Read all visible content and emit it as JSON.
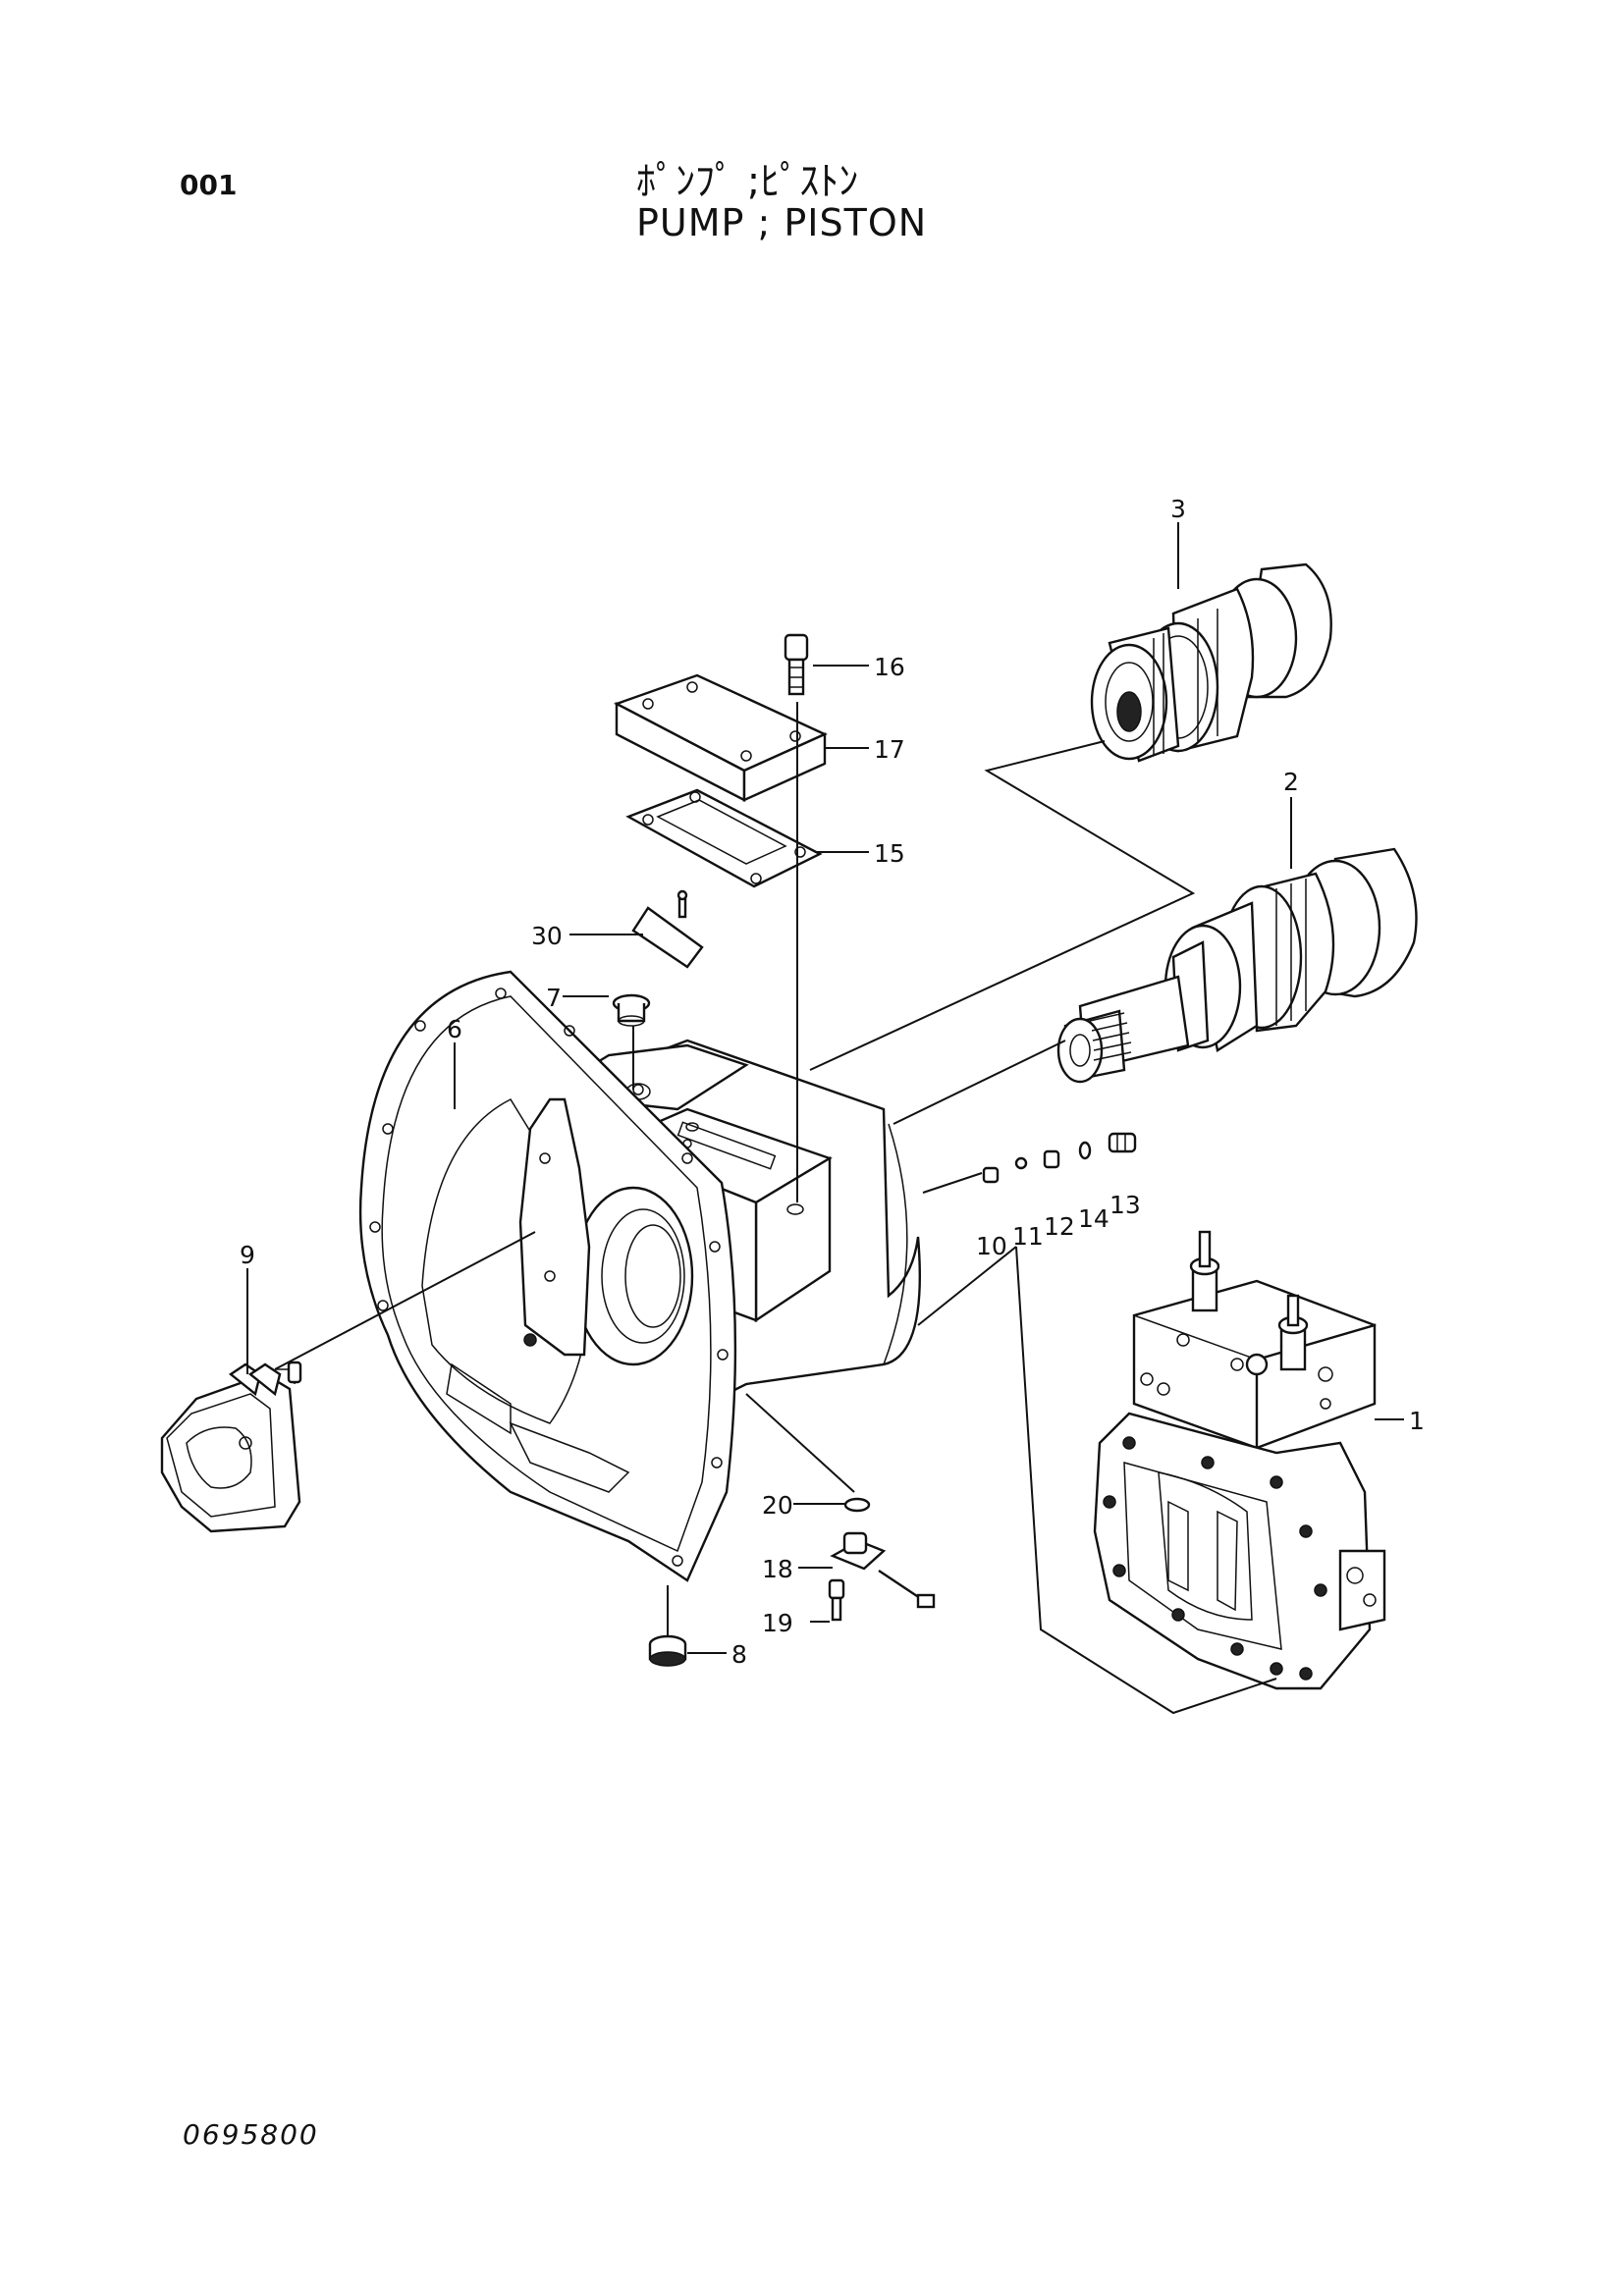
{
  "header": {
    "page_code": "001",
    "title_jp": "ﾎﾟﾝﾌﾟ ;ﾋﾟｽﾄﾝ",
    "title_en": "PUMP  ; PISTON"
  },
  "footer": {
    "drawing_no": "0695800"
  },
  "callouts": {
    "c1": "1",
    "c2": "2",
    "c3": "3",
    "c6": "6",
    "c7": "7",
    "c8": "8",
    "c9": "9",
    "c10": "10",
    "c11": "11",
    "c12": "12",
    "c13": "13",
    "c14": "14",
    "c15": "15",
    "c16": "16",
    "c17": "17",
    "c18": "18",
    "c19": "19",
    "c20": "20",
    "c30": "30"
  }
}
